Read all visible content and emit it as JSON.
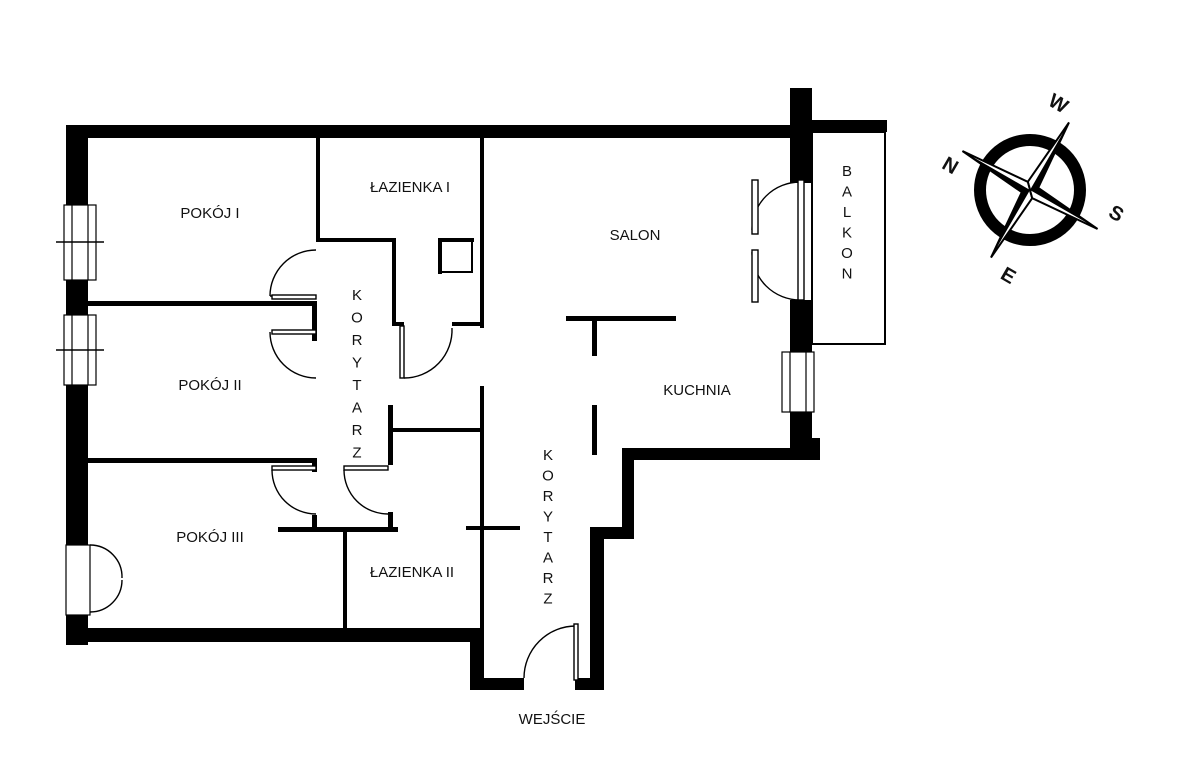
{
  "rooms": {
    "pokoj1": "POKÓJ I",
    "pokoj2": "POKÓJ II",
    "pokoj3": "POKÓJ III",
    "lazienka1": "ŁAZIENKA I",
    "lazienka2": "ŁAZIENKA II",
    "salon": "SALON",
    "kuchnia": "KUCHNIA",
    "korytarz1": [
      "K",
      "O",
      "R",
      "Y",
      "T",
      "A",
      "R",
      "Z"
    ],
    "korytarz2": [
      "K",
      "O",
      "R",
      "Y",
      "T",
      "A",
      "R",
      "Z"
    ],
    "balkon": [
      "B",
      "A",
      "L",
      "K",
      "O",
      "N"
    ],
    "wejscie": "WEJŚCIE"
  },
  "compass": {
    "n": "N",
    "w": "W",
    "s": "S",
    "e": "E"
  }
}
